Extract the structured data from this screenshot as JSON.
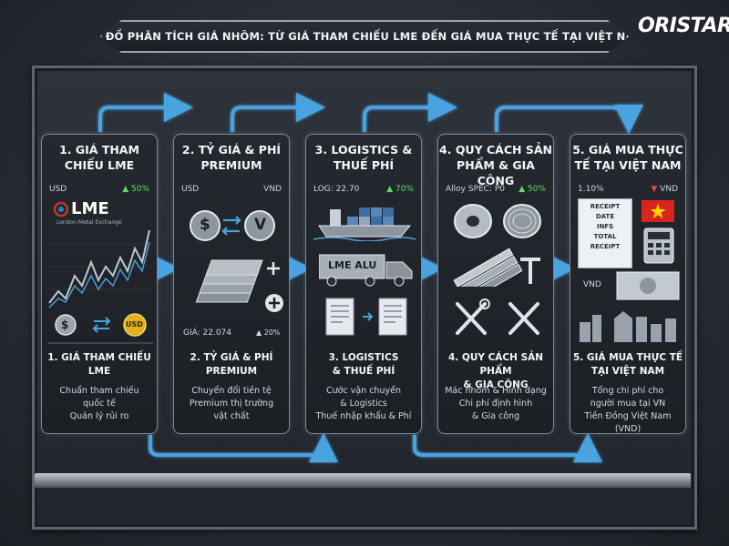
{
  "header": {
    "title": "SƠ ĐỒ PHÂN TÍCH GIÁ NHÔM: TỪ GIÁ THAM CHIẾU LME ĐẾN GIÁ MUA THỰC TẾ TẠI VIỆT NAM"
  },
  "brand": {
    "name": "ORISTAR"
  },
  "steps": [
    {
      "title_1": "1. GIÁ THAM",
      "title_2": "CHIẾU LME",
      "meta_left": "USD",
      "meta_right": "▲ 50%",
      "lme_logo": "LME",
      "lme_caption": "London Metal Exchange",
      "coin_left": "$",
      "coin_right": "USD",
      "sub_1": "1. GIÁ THAM CHIẾU",
      "sub_2": "LME",
      "desc": [
        "Chuẩn tham chiếu",
        "quốc tế",
        "Quản lý rủi ro"
      ]
    },
    {
      "title_1": "2. TỶ GIÁ & PHÍ",
      "title_2": "PREMIUM",
      "meta_left": "USD",
      "meta_right": "VND",
      "coin_left": "$",
      "coin_right": "V",
      "price_label": "GIÁ: 22.074",
      "price_change": "▲ 20%",
      "sub_1": "2. TỶ GIÁ & PHÍ",
      "sub_2": "PREMIUM",
      "desc": [
        "Chuyển đổi tiền tệ",
        "Premium thị trường",
        "vật chất"
      ]
    },
    {
      "title_1": "3. LOGISTICS &",
      "title_2": "THUẾ PHÍ",
      "meta_left": "LOG: 22.70",
      "meta_right": "▲ 70%",
      "truck_label": "LME ALU",
      "sub_1": "3. LOGISTICS",
      "sub_2": "& THUẾ PHÍ",
      "desc": [
        "Cước vận chuyển",
        "& Logistics",
        "Thuế nhập khẩu & Phí"
      ]
    },
    {
      "title_1": "4. QUY CÁCH SẢN",
      "title_2": "PHẨM & GIA CÔNG",
      "meta_left": "Alloy SPEC: P0",
      "meta_right": "▲ 50%",
      "sub_1": "4. QUY CÁCH SẢN PHẨM",
      "sub_2": "& GIA CÔNG",
      "desc": [
        "Mác nhôm & Hình dạng",
        "Chi phí định hình",
        "& Gia công"
      ]
    },
    {
      "title_1": "5. GIÁ MUA THỰC",
      "title_2": "TẾ TẠI VIỆT NAM",
      "meta_left": "1.10%",
      "meta_right": "▼ VND",
      "receipt_lines": [
        "RECEIPT",
        "DATE",
        "INFS",
        "TOTAL",
        "RECEIPT"
      ],
      "vnd_label": "VND",
      "sub_1": "5. GIÁ MUA THỰC TẾ",
      "sub_2": "TẠI VIỆT NAM",
      "desc": [
        "Tổng chi phí cho",
        "người mua tại VN",
        "Tiền Đồng Việt Nam (VND)"
      ]
    }
  ],
  "colors": {
    "accent_blue": "#4aa3e0",
    "green": "#5fdc6b",
    "red": "#e04848",
    "vn_flag": "#d7261e",
    "gold": "#e0b020"
  }
}
